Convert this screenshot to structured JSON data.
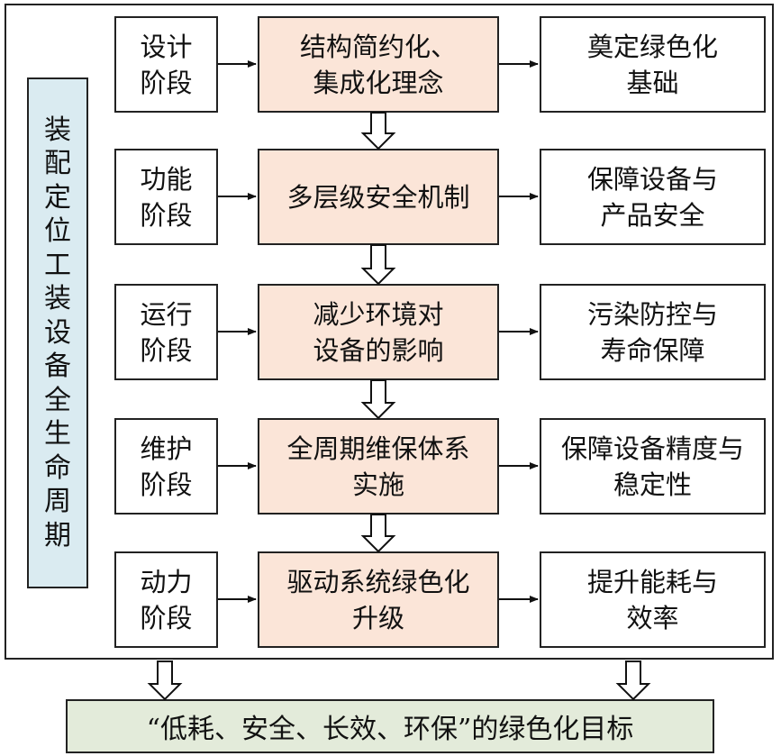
{
  "side_label": {
    "text": "装配定位工装设备全生命周期",
    "chars": [
      "装",
      "配",
      "定",
      "位",
      "工",
      "装",
      "设",
      "备",
      "全",
      "生",
      "命",
      "周",
      "期"
    ]
  },
  "rows": [
    {
      "stage": "设计\n阶段",
      "measure": "结构简约化、\n集成化理念",
      "result": "奠定绿色化\n基础"
    },
    {
      "stage": "功能\n阶段",
      "measure": "多层级安全机制",
      "result": "保障设备与\n产品安全"
    },
    {
      "stage": "运行\n阶段",
      "measure": "减少环境对\n设备的影响",
      "result": "污染防控与\n寿命保障"
    },
    {
      "stage": "维护\n阶段",
      "measure": "全周期维保体系\n实施",
      "result": "保障设备精度与\n稳定性"
    },
    {
      "stage": "动力\n阶段",
      "measure": "驱动系统绿色化\n升级",
      "result": "提升能耗与\n效率"
    }
  ],
  "goal": "“低耗、安全、长效、环保”的绿色化目标",
  "colors": {
    "side_fill": "#daebf1",
    "measure_fill": "#fbe5d8",
    "goal_fill": "#e3ebda",
    "stroke": "#222222"
  }
}
